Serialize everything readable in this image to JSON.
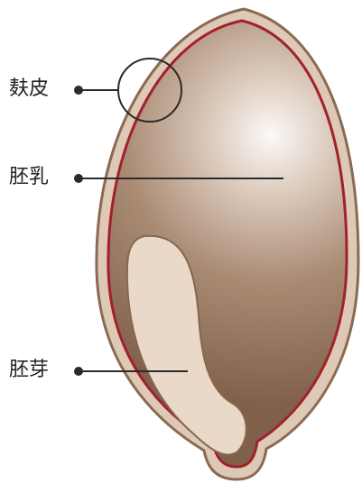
{
  "labels": {
    "bran": "麸皮",
    "endosperm": "胚乳",
    "germ": "胚芽"
  },
  "colors": {
    "outer_layer": "#ddc9b5",
    "outer_border": "#8b6a52",
    "bran_line": "#a1212d",
    "endosperm_dark": "#8f6b50",
    "endosperm_light": "#f8f6f4",
    "germ": "#ead9c8",
    "leader": "#2b2b2b"
  }
}
